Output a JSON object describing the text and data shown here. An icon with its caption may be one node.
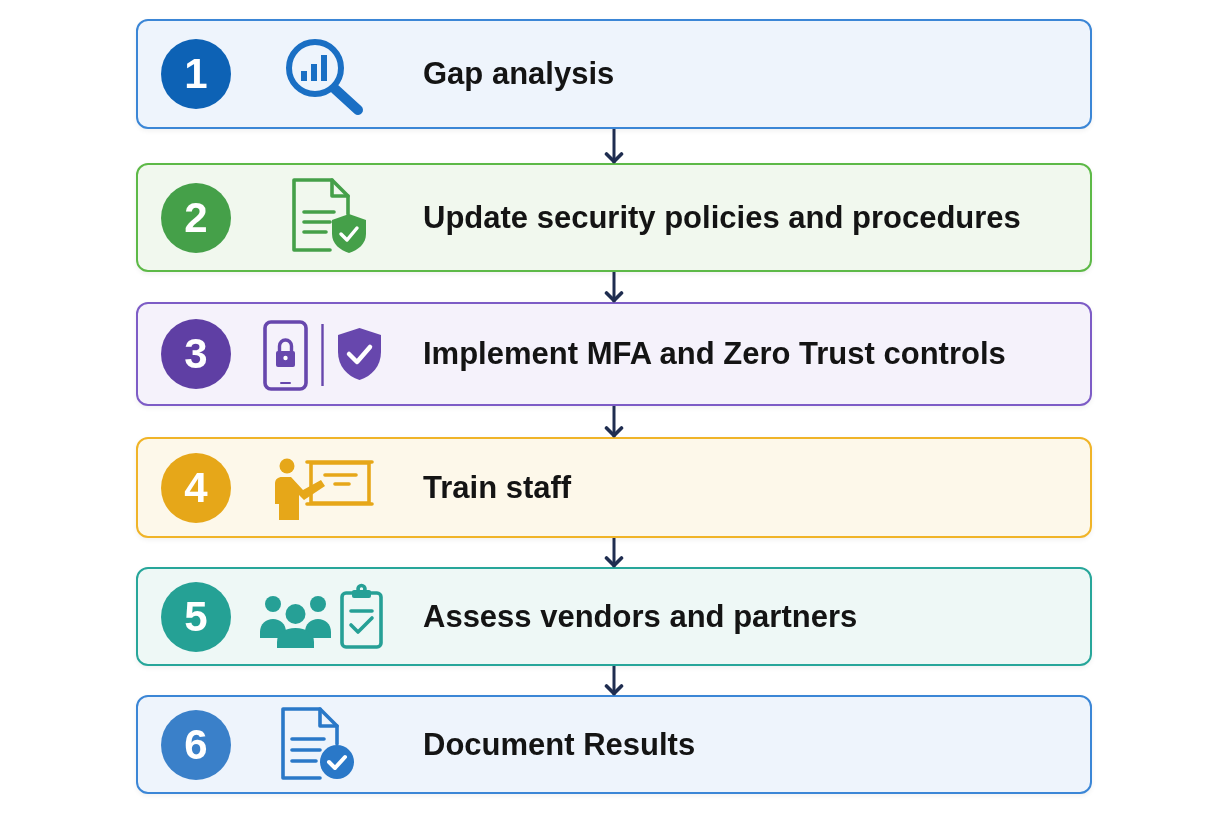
{
  "diagram": {
    "nodes": [
      {
        "text": [
          "Gap analysis"
        ]
      },
      {
        "text": [
          "1"
        ],
        "in": 0
      },
      {
        "text": [
          "Update security policies and procedures"
        ]
      },
      {
        "text": [
          "2"
        ],
        "in": 2
      },
      {
        "text": [
          "Implement MFA and Zero Trust controls"
        ]
      },
      {
        "text": [
          "3"
        ],
        "in": 4
      },
      {
        "text": [
          "Train staff"
        ]
      },
      {
        "text": [
          "4"
        ],
        "in": 6
      },
      {
        "text": [
          "Assess vendors and partners"
        ]
      },
      {
        "text": [
          "5"
        ],
        "in": 8
      },
      {
        "text": [
          "Document Results"
        ]
      },
      {
        "text": [
          "6"
        ],
        "in": 10
      }
    ],
    "edges": [
      {
        "from": 0,
        "to": 2,
        "arrow": "to"
      },
      {
        "from": 2,
        "to": 4,
        "arrow": "to"
      },
      {
        "from": 4,
        "to": 6,
        "arrow": "to"
      },
      {
        "from": 6,
        "to": 8,
        "arrow": "to"
      },
      {
        "from": 8,
        "to": 10,
        "arrow": "to"
      }
    ]
  }
}
